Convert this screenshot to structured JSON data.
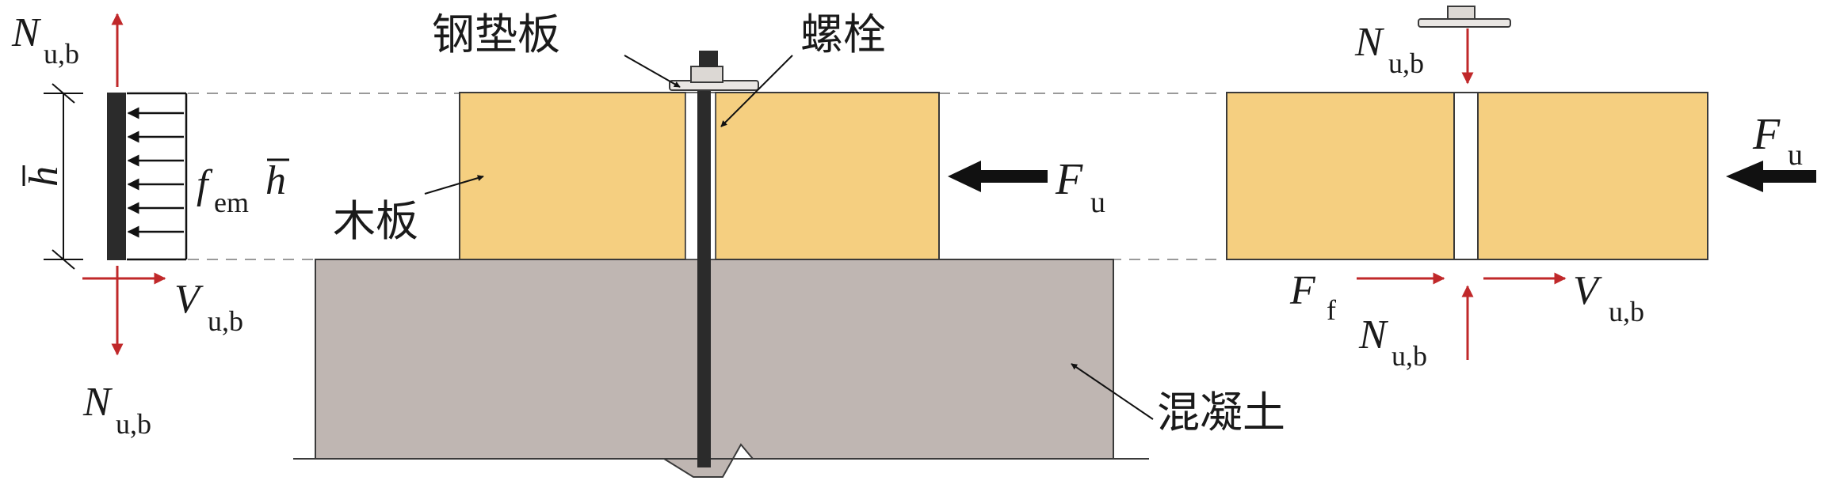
{
  "labels": {
    "steel_plate": "钢垫板",
    "bolt": "螺栓",
    "wood_panel": "木板",
    "concrete": "混凝土"
  },
  "symbols": {
    "N": "N",
    "ub": "u,b",
    "V": "V",
    "F": "F",
    "u": "u",
    "f": "f",
    "em": "em",
    "h": "h",
    "Ff_sub": "f"
  },
  "colors": {
    "wood": "#f5cf80",
    "wood_edge": "#3a3a3a",
    "concrete": "#bfb6b2",
    "bolt": "#2b2b2b",
    "arrow_red": "#c0282a",
    "arrow_black": "#111111",
    "dashed": "#9a9a9a"
  }
}
